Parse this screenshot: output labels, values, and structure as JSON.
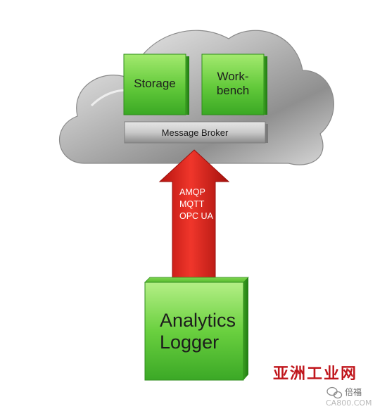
{
  "cloud": {
    "storage_label": "Storage",
    "workbench_label_line1": "Work-",
    "workbench_label_line2": "bench",
    "broker_label": "Message Broker"
  },
  "arrow": {
    "protocols": [
      "AMQP",
      "MQTT",
      "OPC UA"
    ]
  },
  "logger": {
    "label_line1": "Analytics",
    "label_line2": "Logger"
  },
  "watermark": {
    "site_name": "亚洲工业网",
    "wechat_text": "倍福",
    "url": "CA800.COM"
  },
  "colors": {
    "green_light": "#8fe05a",
    "green_dark": "#2ea21a",
    "arrow_red": "#e3211c",
    "cloud_grey": "#a9a9a9"
  }
}
